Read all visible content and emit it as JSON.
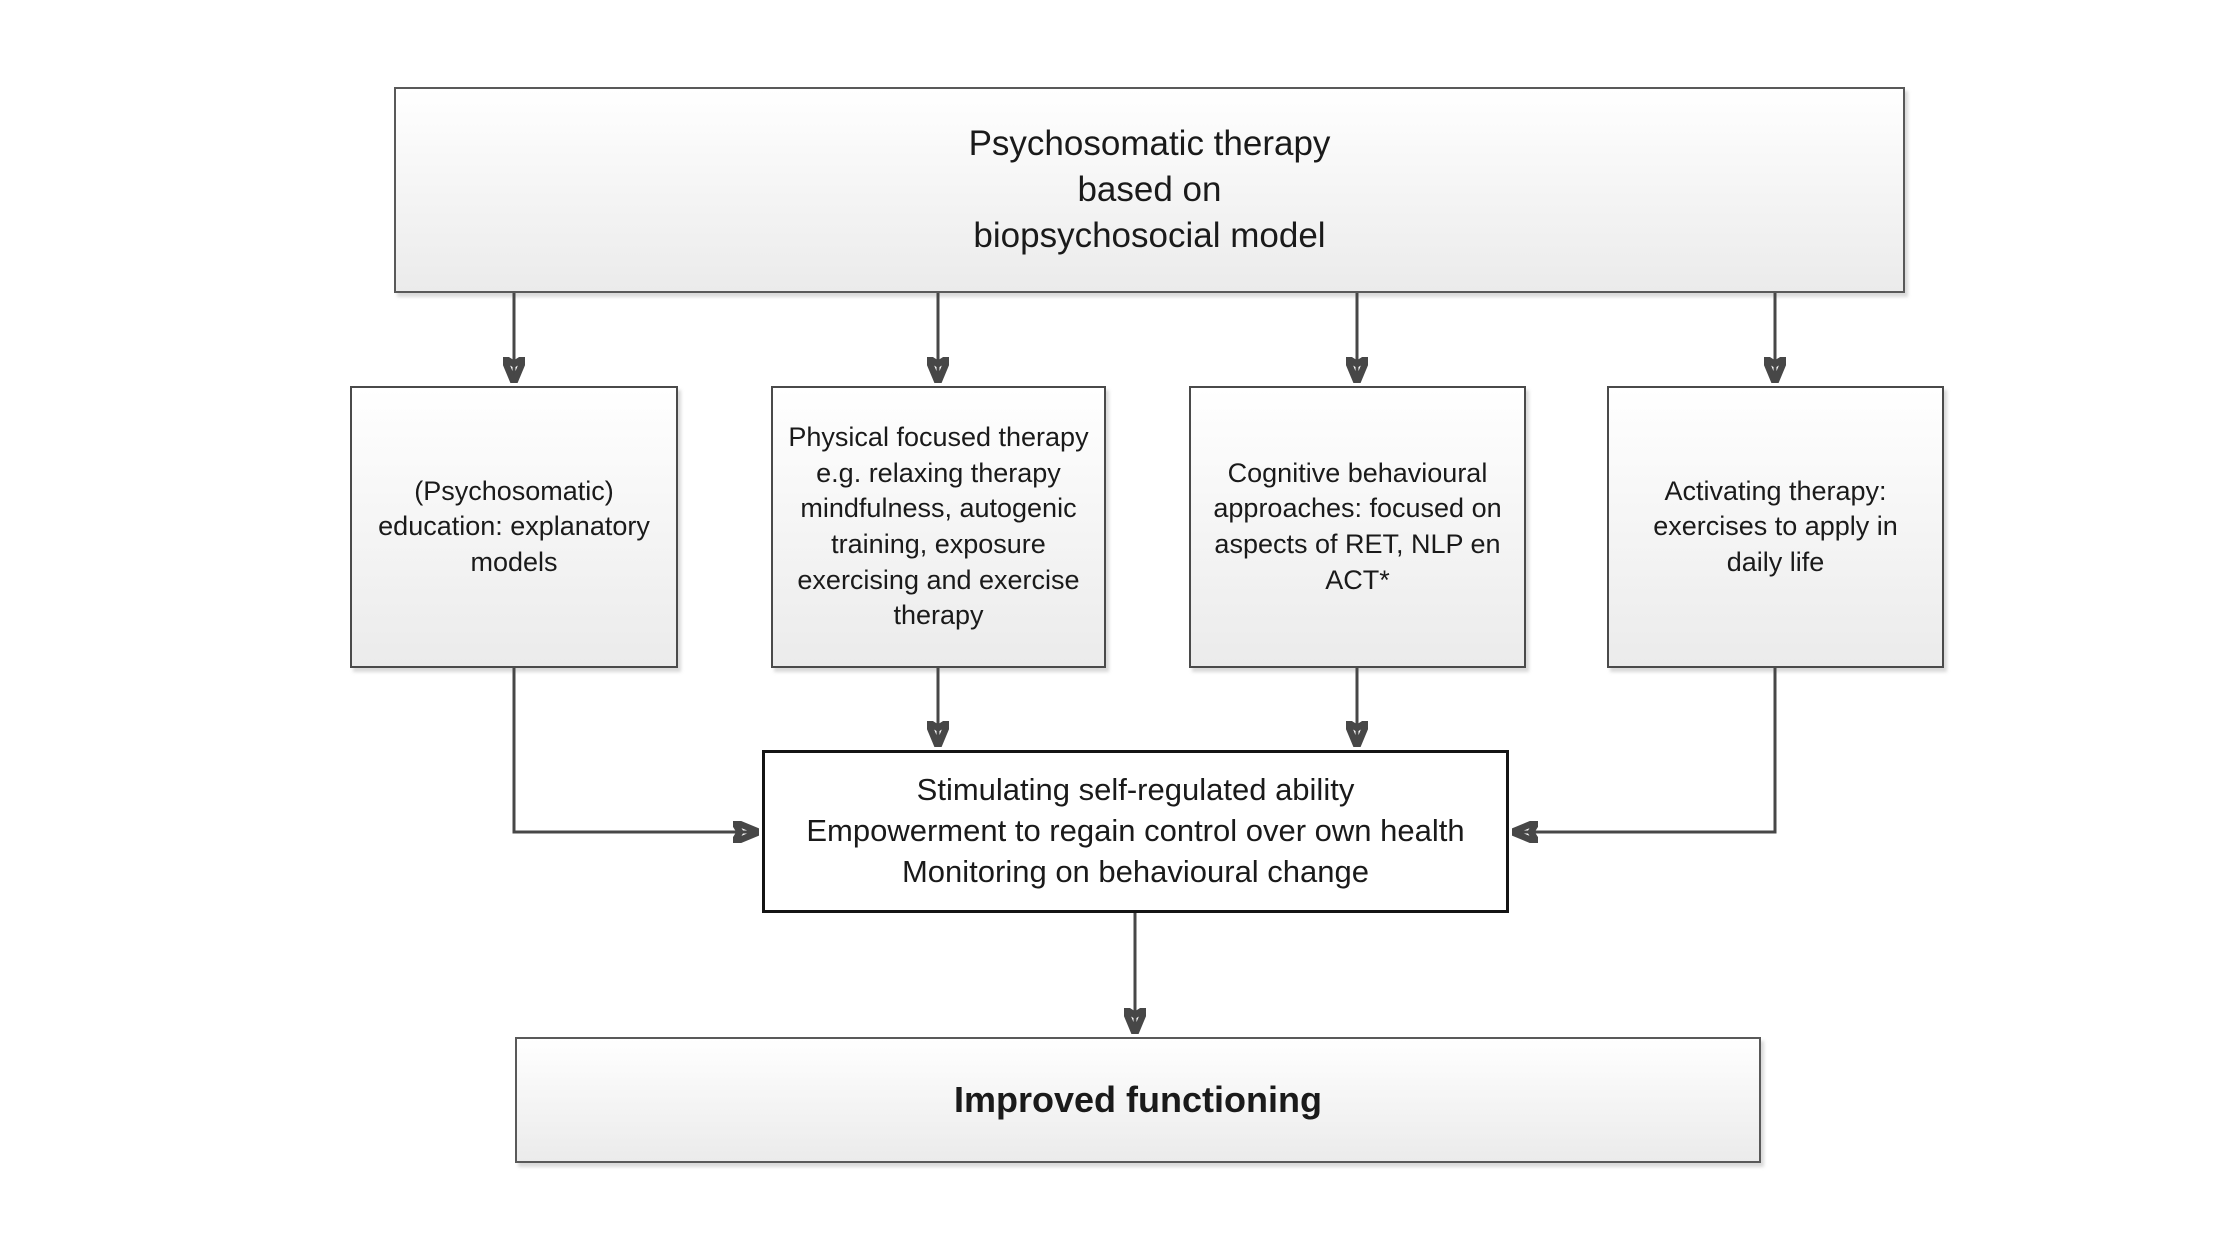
{
  "diagram": {
    "title_box": {
      "text": "Psychosomatic therapy\nbased on\nbiopsychosocial model"
    },
    "branch_boxes": [
      {
        "id": "education",
        "text": "(Psychosomatic)\neducation: explanatory\nmodels"
      },
      {
        "id": "physical",
        "text": "Physical focused therapy\ne.g. relaxing therapy\nmindfulness, autogenic\ntraining,  exposure\nexercising and exercise\ntherapy"
      },
      {
        "id": "cognitive",
        "text": "Cognitive behavioural\napproaches: focused on\naspects of RET, NLP en\nACT*"
      },
      {
        "id": "activating",
        "text": "Activating therapy:\nexercises to apply in\ndaily life"
      }
    ],
    "integration_box": {
      "text": "Stimulating self-regulated ability\nEmpowerment  to regain control over own health\nMonitoring on behavioural change"
    },
    "outcome_box": {
      "text": "Improved functioning"
    },
    "connections": [
      {
        "from": "title_box",
        "to": "education",
        "style": "straight-down-arrow"
      },
      {
        "from": "title_box",
        "to": "physical",
        "style": "straight-down-arrow"
      },
      {
        "from": "title_box",
        "to": "cognitive",
        "style": "straight-down-arrow"
      },
      {
        "from": "title_box",
        "to": "activating",
        "style": "straight-down-arrow"
      },
      {
        "from": "physical",
        "to": "integration_box",
        "style": "straight-down-arrow"
      },
      {
        "from": "cognitive",
        "to": "integration_box",
        "style": "straight-down-arrow"
      },
      {
        "from": "education",
        "to": "integration_box",
        "style": "elbow-right-arrow"
      },
      {
        "from": "activating",
        "to": "integration_box",
        "style": "elbow-left-arrow"
      },
      {
        "from": "integration_box",
        "to": "outcome_box",
        "style": "straight-down-arrow"
      }
    ],
    "colors": {
      "arrow": "#474747",
      "box_border": "#595959",
      "emphasis_border": "#141414",
      "box_fill_top": "#ffffff",
      "box_fill_bottom": "#ebebeb",
      "text": "#1a1a1a",
      "background": "#ffffff"
    }
  }
}
